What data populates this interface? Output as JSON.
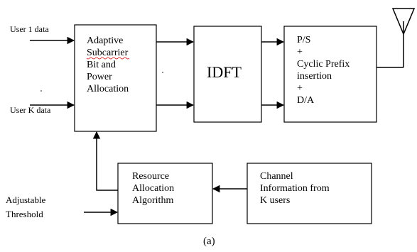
{
  "inputs": {
    "user1": "User 1 data",
    "userk": "User K data",
    "threshold": "Adjustable\nThreshold"
  },
  "blocks": {
    "adaptive_allocation": "Adaptive\nSubcarrier\nBit and\nPower\nAllocation",
    "idft": "IDFT",
    "ps_cp_da": "P/S\n+\nCyclic Prefix\ninsertion\n+\nD/A",
    "resource_allocation": "Resource\nAllocation\nAlgorithm",
    "channel_info": "Channel\nInformation from\nK users"
  },
  "caption": "(a)",
  "colors": {
    "stroke": "#000000",
    "background": "#ffffff",
    "spellcheck_underline": "#cc0000"
  }
}
